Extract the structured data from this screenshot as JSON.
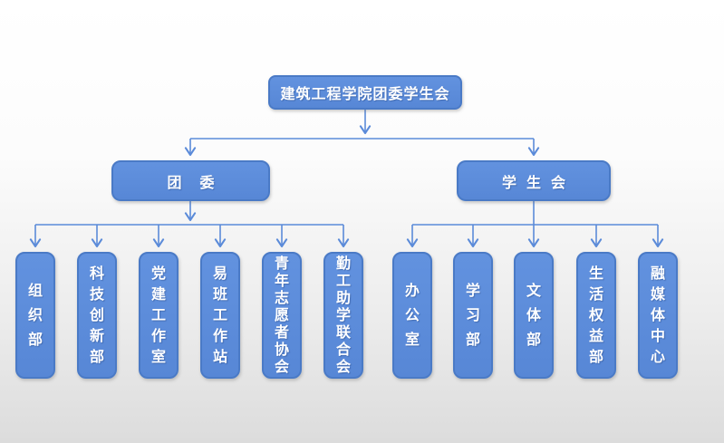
{
  "org": {
    "root_label": "建筑工程学院团委学生会",
    "branches": [
      {
        "label": "团委",
        "children": [
          "组织部",
          "科技创新部",
          "党建工作室",
          "易班工作站",
          "青年志愿者协会",
          "勤工助学联合会"
        ]
      },
      {
        "label": "学生会",
        "children": [
          "办公室",
          "学习部",
          "文体部",
          "生活权益部",
          "融媒体中心"
        ]
      }
    ]
  },
  "colors": {
    "box_fill": "#5B8CD9",
    "box_border": "#4A7AC6",
    "connector_line": "#5B8BD9",
    "text": "#FFFFFF",
    "background_top": "#FFFFFF",
    "background_bottom": "#DCDCDC"
  }
}
